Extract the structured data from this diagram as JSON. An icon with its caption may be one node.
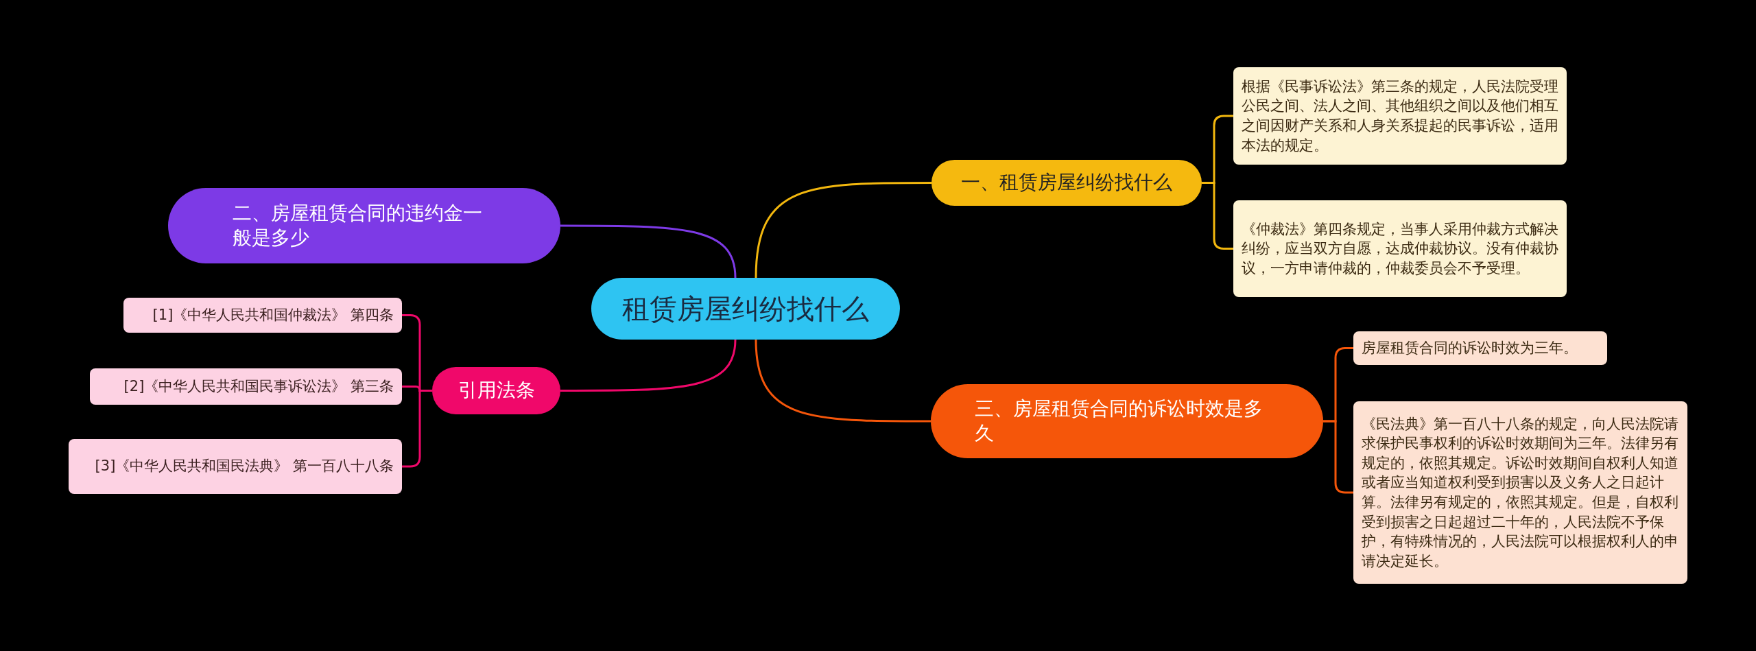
{
  "diagram": {
    "nodes": [
      {
        "text": [
          "租赁房屋纠纷找什么"
        ]
      },
      {
        "text": [
          "一、租赁房屋纠纷找什么"
        ]
      },
      {
        "text": [
          "根据《民事诉讼法》第三条的规定，人民法院受理公民之间、法人之间、其他组织之间以及他们相互之间因财产关系和人身关系提起的民事诉讼，适用本法的规定。"
        ]
      },
      {
        "text": [
          "《仲裁法》第四条规定，当事人采用仲裁方式解决纠纷，应当双方自愿，达成仲裁协议。没有仲裁协议，一方申请仲裁的，仲裁委员会不予受理。"
        ]
      },
      {
        "text": [
          "二、房屋租赁合同的违约金一般是多少"
        ]
      },
      {
        "text": [
          "三、房屋租赁合同的诉讼时效是多久"
        ]
      },
      {
        "text": [
          "房屋租赁合同的诉讼时效为三年。"
        ]
      },
      {
        "text": [
          "《民法典》第一百八十八条的规定，向人民法院请求保护民事权利的诉讼时效期间为三年。法律另有规定的，依照其规定。诉讼时效期间自权利人知道或者应当知道权利受到损害以及义务人之日起计算。法律另有规定的，依照其规定。但是，自权利受到损害之日起超过二十年的，人民法院不予保护，有特殊情况的，人民法院可以根据权利人的申请决定延长。"
        ]
      },
      {
        "text": [
          "引用法条"
        ]
      },
      {
        "text": [
          "[1]《中华人民共和国仲裁法》 第四条"
        ]
      },
      {
        "text": [
          "[2]《中华人民共和国民事诉讼法》 第三条"
        ]
      },
      {
        "text": [
          "[3]《中华人民共和国民法典》 第一百八十八条"
        ]
      }
    ],
    "edges": [
      {
        "from": 0,
        "to": 1,
        "arrow": "none",
        "color": "#f2b70e"
      },
      {
        "from": 1,
        "to": 2,
        "arrow": "none",
        "color": "#f2b70e"
      },
      {
        "from": 1,
        "to": 3,
        "arrow": "none",
        "color": "#f2b70e"
      },
      {
        "from": 0,
        "to": 4,
        "arrow": "none",
        "color": "#7d3ae6"
      },
      {
        "from": 0,
        "to": 5,
        "arrow": "none",
        "color": "#f5560a"
      },
      {
        "from": 5,
        "to": 6,
        "arrow": "none",
        "color": "#f5560a"
      },
      {
        "from": 5,
        "to": 7,
        "arrow": "none",
        "color": "#f5560a"
      },
      {
        "from": 0,
        "to": 8,
        "arrow": "none",
        "color": "#f0086a"
      },
      {
        "from": 8,
        "to": 9,
        "arrow": "none",
        "color": "#f0086a"
      },
      {
        "from": 8,
        "to": 10,
        "arrow": "none",
        "color": "#f0086a"
      },
      {
        "from": 8,
        "to": 11,
        "arrow": "none",
        "color": "#f0086a"
      }
    ]
  }
}
